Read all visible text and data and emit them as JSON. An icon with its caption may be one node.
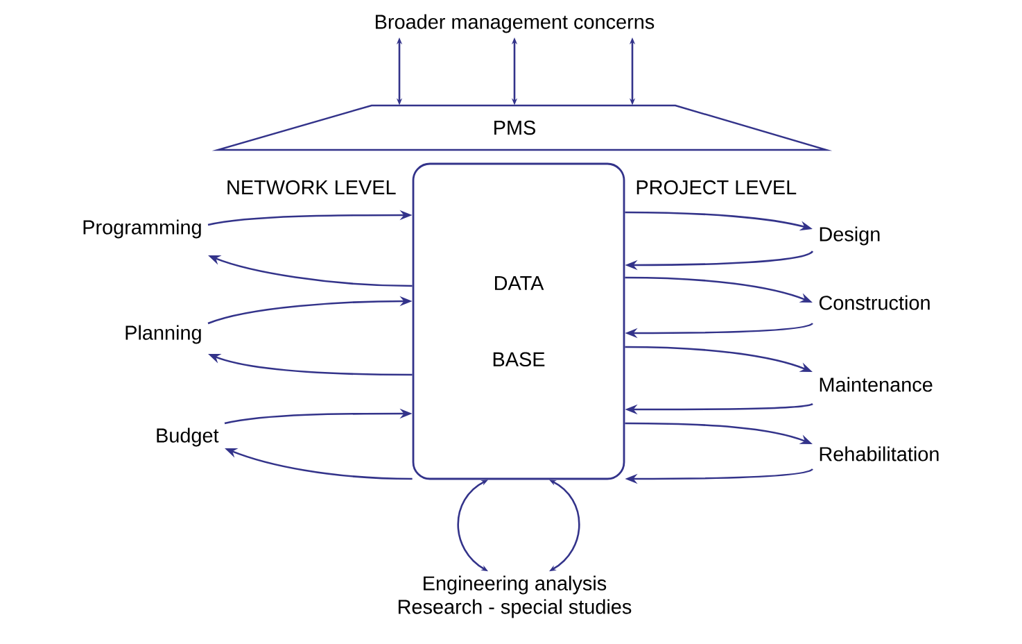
{
  "diagram": {
    "nodes": [
      {
        "text": [
          "Broader management concerns"
        ]
      },
      {
        "text": [
          "PMS"
        ]
      },
      {
        "text": [
          "DATA",
          "BASE"
        ]
      },
      {
        "text": [
          "Programming"
        ]
      },
      {
        "text": [
          "Planning"
        ]
      },
      {
        "text": [
          "Budget"
        ]
      },
      {
        "text": [
          "Design"
        ]
      },
      {
        "text": [
          "Construction"
        ]
      },
      {
        "text": [
          "Maintenance"
        ]
      },
      {
        "text": [
          "Rehabilitation"
        ]
      },
      {
        "text": [
          "Engineering analysis",
          "Research - special studies"
        ]
      }
    ],
    "edges": [
      {
        "from": 0,
        "to": 1,
        "arrow": "both"
      },
      {
        "from": 0,
        "to": 1,
        "arrow": "both"
      },
      {
        "from": 0,
        "to": 1,
        "arrow": "both"
      },
      {
        "from": 3,
        "to": 2,
        "arrow": "to"
      },
      {
        "from": 2,
        "to": 3,
        "arrow": "to"
      },
      {
        "from": 4,
        "to": 2,
        "arrow": "to"
      },
      {
        "from": 2,
        "to": 4,
        "arrow": "to"
      },
      {
        "from": 5,
        "to": 2,
        "arrow": "to"
      },
      {
        "from": 2,
        "to": 5,
        "arrow": "to"
      },
      {
        "from": 2,
        "to": 6,
        "arrow": "to"
      },
      {
        "from": 6,
        "to": 2,
        "arrow": "to"
      },
      {
        "from": 2,
        "to": 7,
        "arrow": "to"
      },
      {
        "from": 7,
        "to": 2,
        "arrow": "to"
      },
      {
        "from": 2,
        "to": 8,
        "arrow": "to"
      },
      {
        "from": 8,
        "to": 2,
        "arrow": "to"
      },
      {
        "from": 2,
        "to": 9,
        "arrow": "to"
      },
      {
        "from": 9,
        "to": 2,
        "arrow": "to"
      },
      {
        "from": 2,
        "to": 10,
        "arrow": "both"
      },
      {
        "from": 2,
        "to": 10,
        "arrow": "both"
      }
    ],
    "labels": [
      "NETWORK LEVEL",
      "PROJECT LEVEL"
    ]
  }
}
